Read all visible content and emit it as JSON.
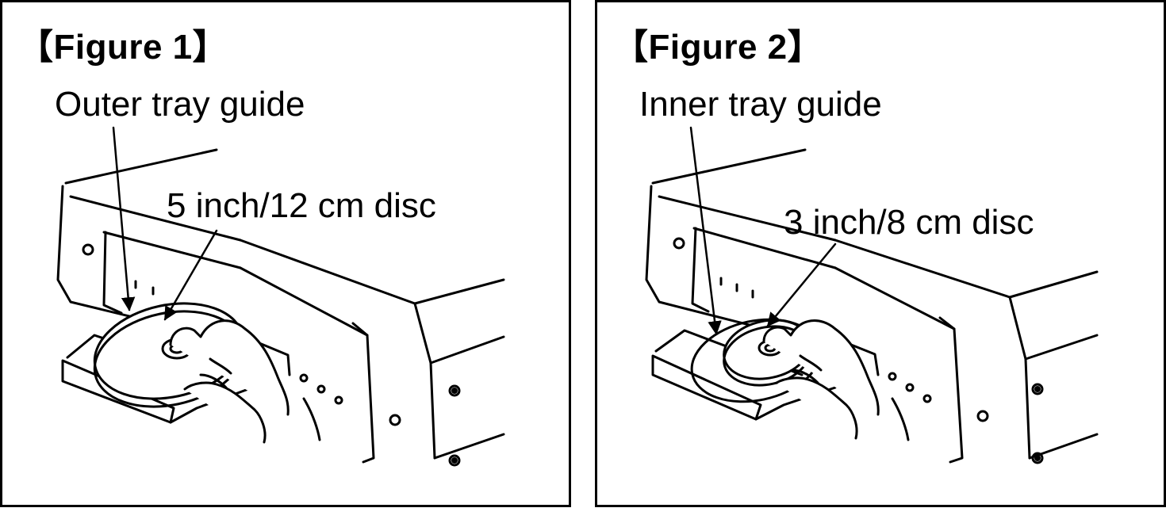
{
  "figures": [
    {
      "title": "【Figure 1】",
      "guide_label": "Outer tray guide",
      "disc_label": "5 inch/12 cm disc"
    },
    {
      "title": "【Figure 2】",
      "guide_label": "Inner tray guide",
      "disc_label": "3 inch/8 cm disc"
    }
  ]
}
